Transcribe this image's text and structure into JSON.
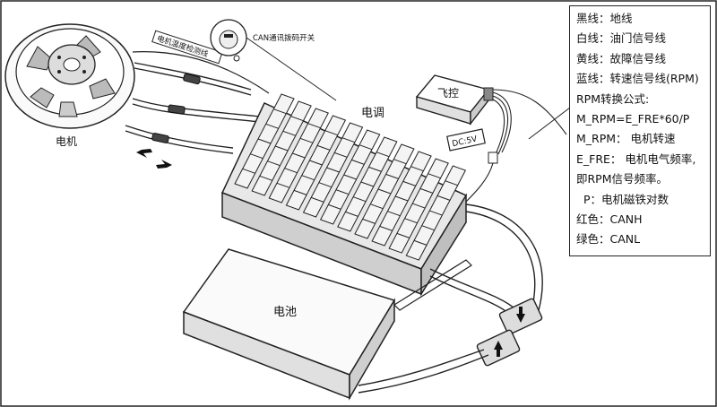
{
  "labels": {
    "motor": "电机",
    "temp_wire": "电机温度检测线",
    "can_switch": "CAN通讯拨码开关",
    "esc": "电调",
    "fc": "飞控",
    "dc": "DC:5V",
    "battery": "电池"
  },
  "legend": [
    "黑线：地线",
    "白线：油门信号线",
    "黄线：故障信号线",
    "蓝线：转速信号线(RPM)",
    "RPM转换公式:",
    "M_RPM=E_FRE*60/P",
    "M_RPM： 电机转速",
    "E_FRE： 电机电气频率,",
    "即RPM信号频率。",
    "P：电机磁铁对数",
    "红色：CANH",
    "绿色：CANL"
  ]
}
